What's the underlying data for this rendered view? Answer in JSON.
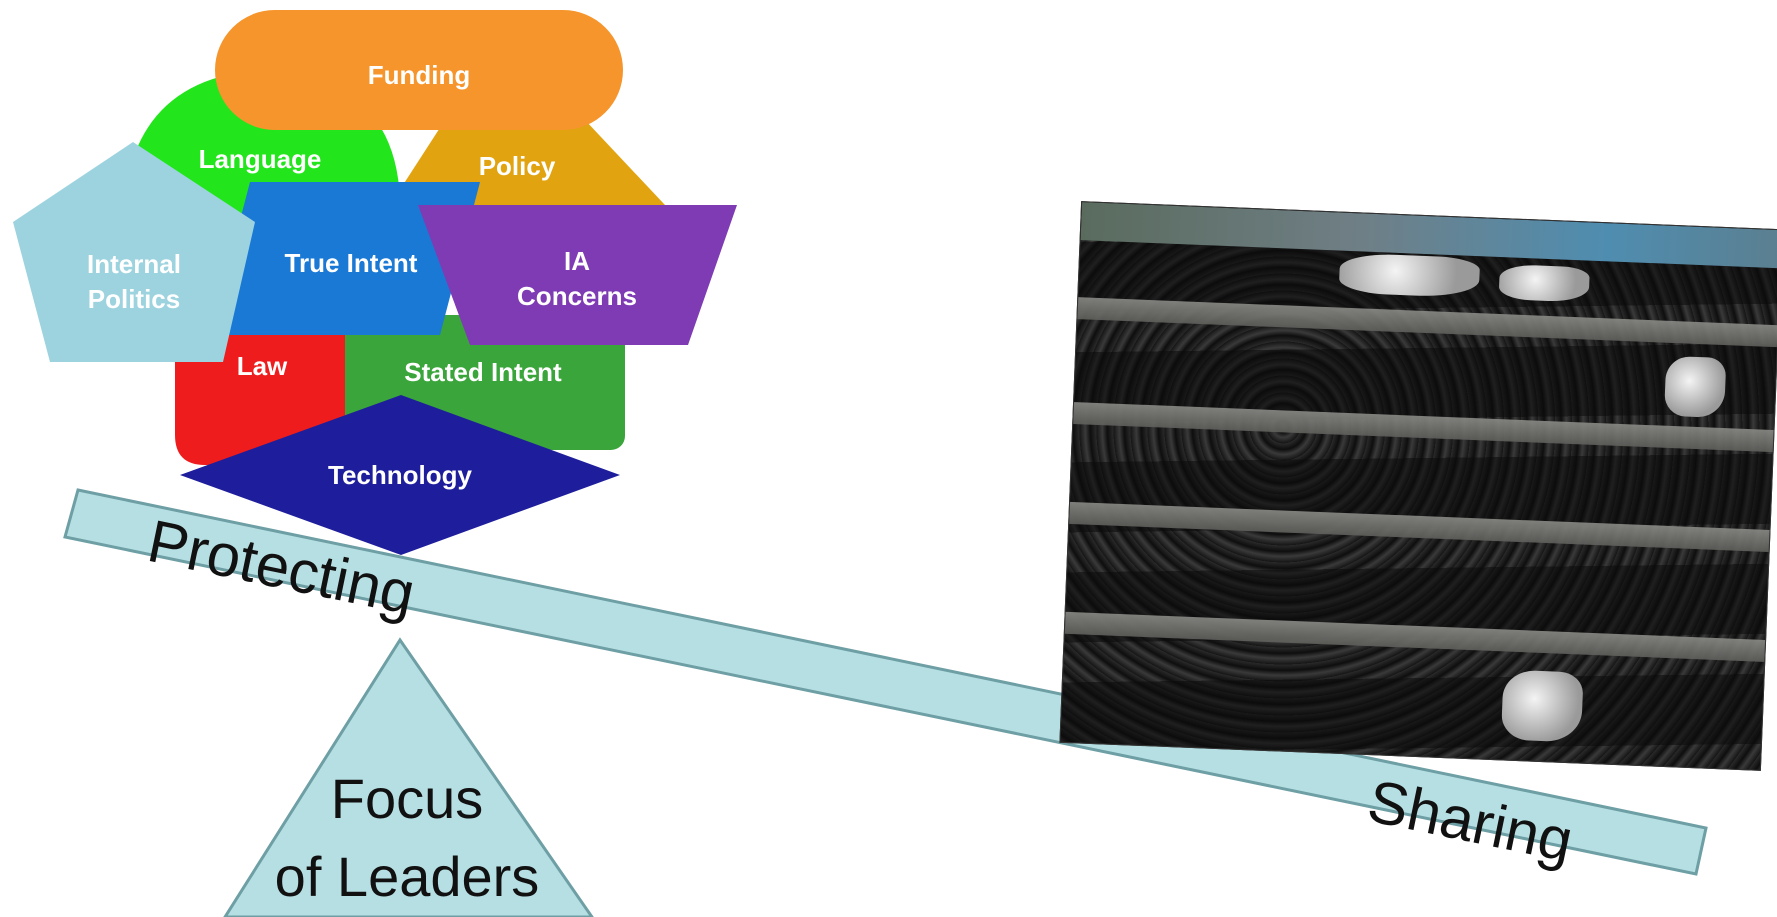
{
  "shapes": {
    "funding": "Funding",
    "language": "Language",
    "policy": "Policy",
    "internal_politics": [
      "Internal",
      "Politics"
    ],
    "true_intent": "True Intent",
    "ia_concerns": [
      "IA",
      "Concerns"
    ],
    "law": "Law",
    "stated_intent": "Stated Intent",
    "technology": "Technology"
  },
  "scale": {
    "left_label": "Protecting",
    "right_label": "Sharing",
    "fulcrum_label": [
      "Focus",
      "of Leaders"
    ]
  },
  "colors": {
    "funding": "#f5952b",
    "language": "#22e51c",
    "policy": "#e2a311",
    "internal_politics": "#9dd3df",
    "true_intent": "#1a79d4",
    "ia_concerns": "#7e3bb4",
    "law": "#ee1c1c",
    "stated_intent": "#3aa53a",
    "technology": "#1e1e9c",
    "beam": "#b6dfe3"
  }
}
